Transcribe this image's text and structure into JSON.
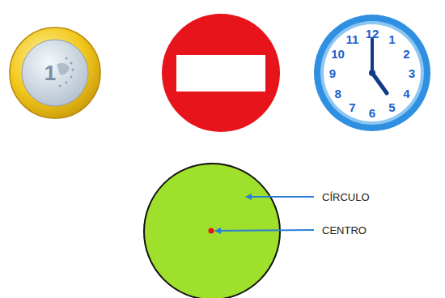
{
  "diagram": {
    "labels": [
      "CÍRCULO",
      "CENTRO",
      "1",
      "12",
      "1",
      "2",
      "3",
      "4",
      "5",
      "6",
      "7",
      "8",
      "9",
      "10",
      "11"
    ]
  }
}
